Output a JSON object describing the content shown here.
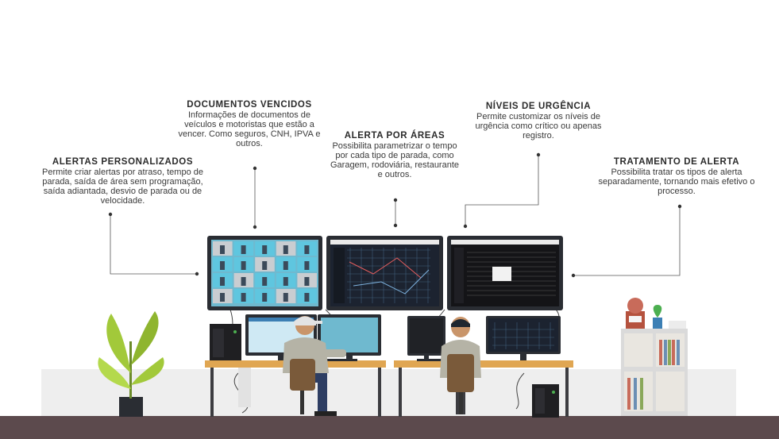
{
  "callouts": [
    {
      "id": "alertas",
      "title": "ALERTAS PERSONALIZADOS",
      "desc": "Permite criar alertas por atraso, tempo de parada, saída de área sem programação, saída adiantada, desvio de parada ou de velocidade."
    },
    {
      "id": "documentos",
      "title": "DOCUMENTOS VENCIDOS",
      "desc": "Informações de documentos de veículos e motoristas que estão a vencer. Como seguros, CNH, IPVA e outros."
    },
    {
      "id": "areas",
      "title": "ALERTA POR ÁREAS",
      "desc": "Possibilita parametrizar o tempo por cada tipo de parada, como Garagem, rodoviária, restaurante e outros."
    },
    {
      "id": "urgencia",
      "title": "NÍVEIS DE URGÊNCIA",
      "desc": "Permite customizar os níveis de urgência como crítico ou apenas registro."
    },
    {
      "id": "tratamento",
      "title": "TRATAMENTO DE ALERTA",
      "desc": "Possibilita tratar os tipos de alerta separadamente, tornando mais efetivo o processo."
    }
  ],
  "colors": {
    "desk": "#e0a652",
    "floor": "#5c4a4d",
    "monitor": "#2a2d33",
    "screen_cyan": "#5fc6df",
    "leaf": "#a2c93a"
  }
}
